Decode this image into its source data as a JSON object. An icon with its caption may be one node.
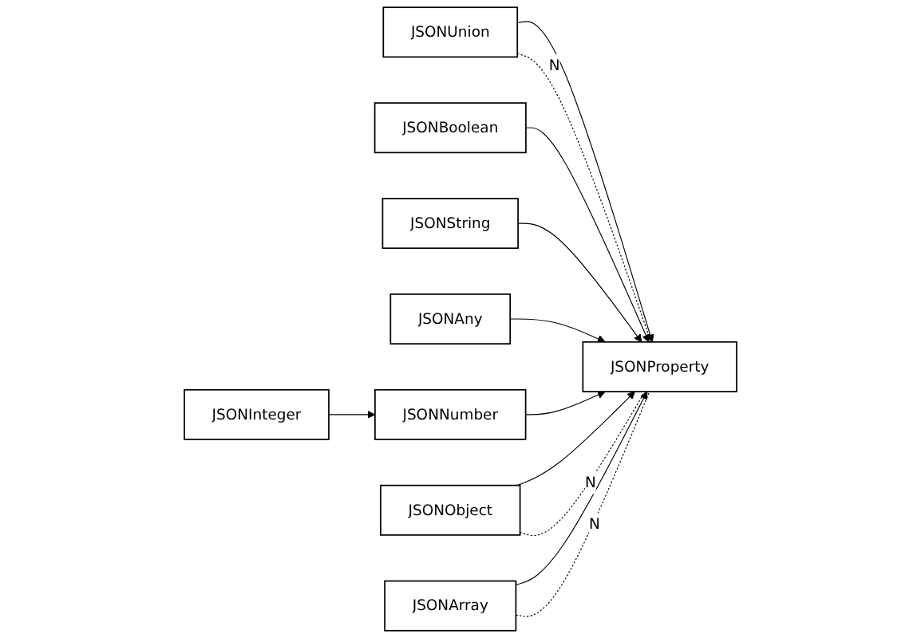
{
  "diagram": {
    "nodes": [
      {
        "text": [
          "JSONUnion"
        ]
      },
      {
        "text": [
          "JSONBoolean"
        ]
      },
      {
        "text": [
          "JSONString"
        ]
      },
      {
        "text": [
          "JSONAny"
        ]
      },
      {
        "text": [
          "JSONNumber"
        ]
      },
      {
        "text": [
          "JSONInteger"
        ]
      },
      {
        "text": [
          "JSONProperty"
        ]
      },
      {
        "text": [
          "JSONObject"
        ]
      },
      {
        "text": [
          "JSONArray"
        ]
      }
    ],
    "edges": [
      {
        "from": 0,
        "to": 6,
        "arrow": "to"
      },
      {
        "from": 1,
        "to": 6,
        "arrow": "to"
      },
      {
        "from": 2,
        "to": 6,
        "arrow": "to"
      },
      {
        "from": 3,
        "to": 6,
        "arrow": "to"
      },
      {
        "from": 4,
        "to": 6,
        "arrow": "to"
      },
      {
        "from": 5,
        "to": 4,
        "arrow": "to"
      },
      {
        "from": 7,
        "to": 6,
        "arrow": "to"
      },
      {
        "from": 8,
        "to": 6,
        "arrow": "to"
      },
      {
        "from": 0,
        "to": 6,
        "arrow": "none",
        "label": "N",
        "style": "dashed"
      },
      {
        "from": 7,
        "to": 6,
        "arrow": "none",
        "label": "N",
        "style": "dashed"
      },
      {
        "from": 8,
        "to": 6,
        "arrow": "none",
        "label": "N",
        "style": "dashed"
      }
    ]
  }
}
